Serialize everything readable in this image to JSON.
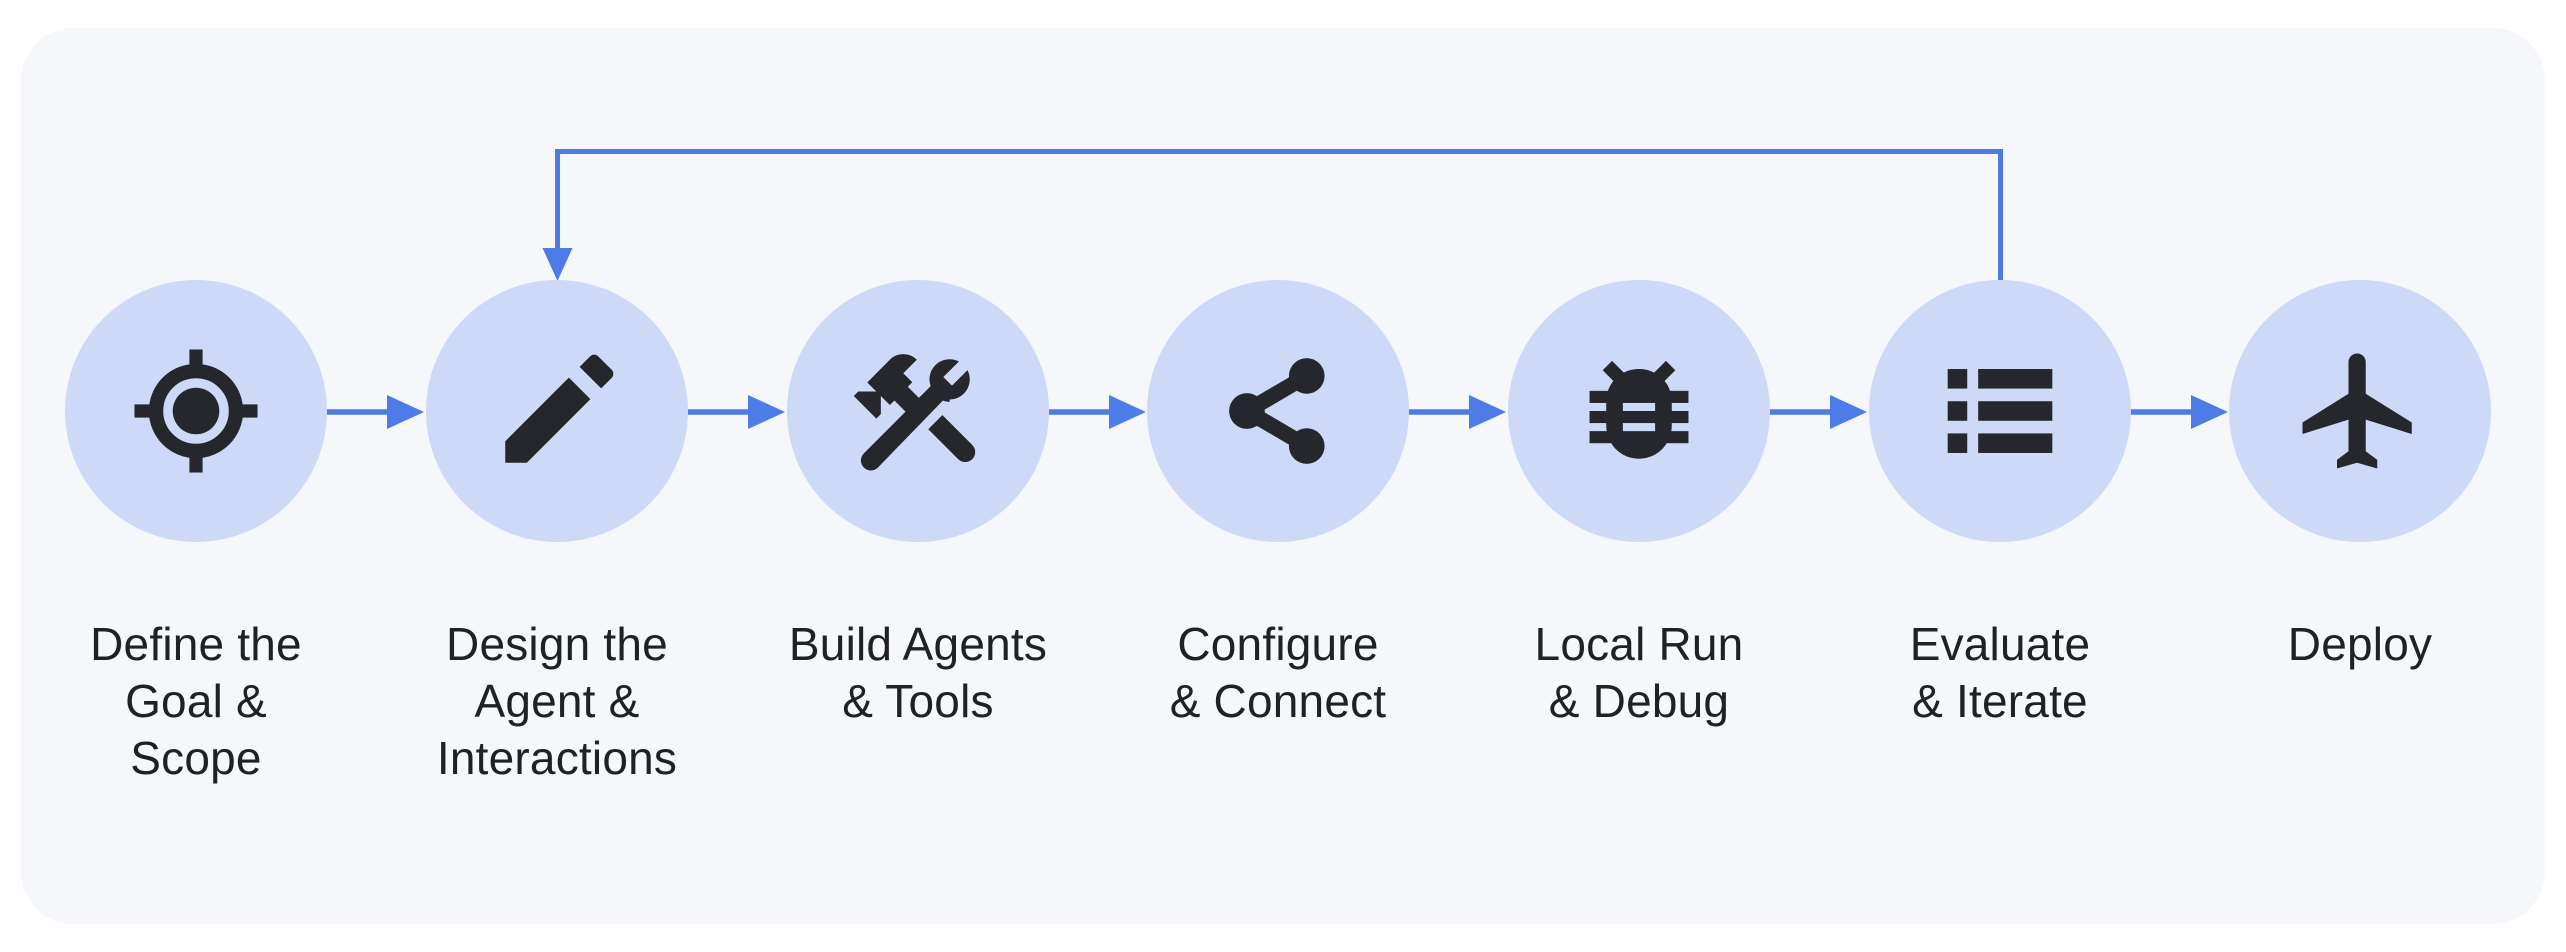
{
  "diagram": {
    "type": "workflow-flowchart",
    "direction": "left-to-right",
    "steps": [
      {
        "id": 1,
        "label": "Define the Goal & Scope",
        "label_lines": [
          "Define the",
          "Goal &",
          "Scope"
        ],
        "icon": "target-icon"
      },
      {
        "id": 2,
        "label": "Design the Agent & Interactions",
        "label_lines": [
          "Design the",
          "Agent &",
          "Interactions"
        ],
        "icon": "pencil-icon"
      },
      {
        "id": 3,
        "label": "Build Agents & Tools",
        "label_lines": [
          "Build Agents",
          "& Tools"
        ],
        "icon": "hammer-wrench-icon"
      },
      {
        "id": 4,
        "label": "Configure & Connect",
        "label_lines": [
          "Configure",
          "& Connect"
        ],
        "icon": "share-icon"
      },
      {
        "id": 5,
        "label": "Local Run & Debug",
        "label_lines": [
          "Local Run",
          "& Debug"
        ],
        "icon": "bug-icon"
      },
      {
        "id": 6,
        "label": "Evaluate & Iterate",
        "label_lines": [
          "Evaluate",
          "& Iterate"
        ],
        "icon": "list-icon"
      },
      {
        "id": 7,
        "label": "Deploy",
        "label_lines": [
          "Deploy"
        ],
        "icon": "airplane-icon"
      }
    ],
    "connections": [
      {
        "from": "Define the Goal & Scope",
        "to": "Design the Agent & Interactions",
        "style": "arrow-right"
      },
      {
        "from": "Design the Agent & Interactions",
        "to": "Build Agents & Tools",
        "style": "arrow-right"
      },
      {
        "from": "Build Agents & Tools",
        "to": "Configure & Connect",
        "style": "arrow-right"
      },
      {
        "from": "Configure & Connect",
        "to": "Local Run & Debug",
        "style": "arrow-right"
      },
      {
        "from": "Local Run & Debug",
        "to": "Evaluate & Iterate",
        "style": "arrow-right"
      },
      {
        "from": "Evaluate & Iterate",
        "to": "Deploy",
        "style": "arrow-right"
      },
      {
        "from": "Evaluate & Iterate",
        "to": "Design the Agent & Interactions",
        "style": "feedback-loop-over-top"
      }
    ]
  },
  "colors": {
    "page_background": "#ffffff",
    "card_background": "#f5f7fa",
    "node_fill": "#cdd9f7",
    "icon": "#25272c",
    "text": "#202124",
    "arrow": "#4d7ce6"
  }
}
